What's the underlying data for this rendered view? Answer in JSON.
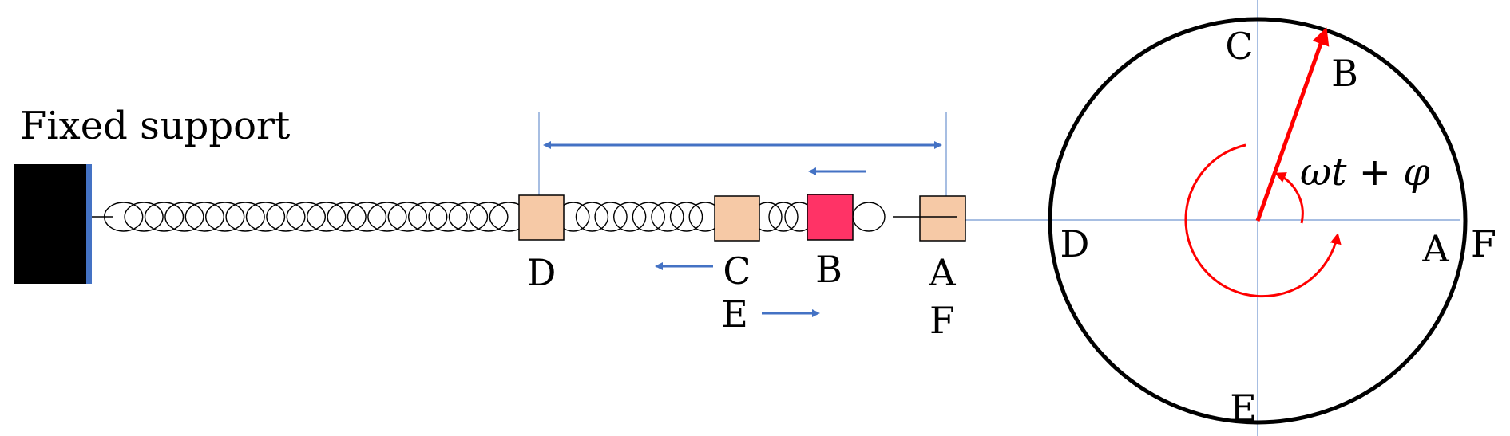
{
  "diagram": {
    "support_label": "Fixed support",
    "mass_labels": {
      "D": "D",
      "C": "C",
      "B": "B",
      "A": "A",
      "F": "F",
      "E": "E"
    },
    "circle_labels": {
      "C": "C",
      "B": "B",
      "D": "D",
      "A": "A",
      "F": "F",
      "E": "E"
    },
    "phase_label": "ωt + φ",
    "colors": {
      "mass_light": "#f6c9a6",
      "mass_highlight": "#ff3366",
      "arrow_blue": "#4472c4",
      "guide_blue": "#8aa8d8",
      "phasor_red": "#ff0000",
      "outline": "#000000"
    }
  }
}
